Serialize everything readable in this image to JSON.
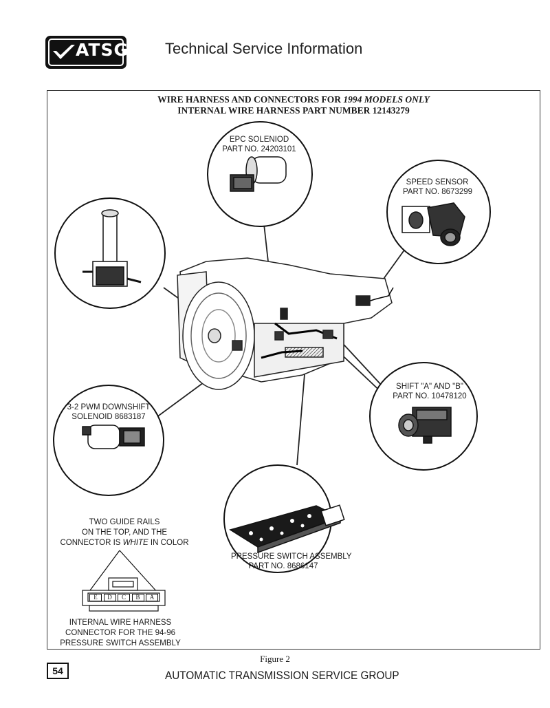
{
  "header": {
    "logo_text": "ATSG",
    "title": "Technical Service Information"
  },
  "diagram": {
    "title_line1_prefix": "WIRE HARNESS AND CONNECTORS FOR ",
    "title_line1_italic": "1994 MODELS ONLY",
    "title_line2": "INTERNAL WIRE HARNESS PART NUMBER 12143279",
    "components": {
      "epc_solenoid": {
        "name": "EPC SOLENIOD",
        "part": "PART NO.  24203101"
      },
      "speed_sensor": {
        "name": "SPEED SENSOR",
        "part": "PART NO.  8673299"
      },
      "shift_solenoids": {
        "name": "SHIFT \"A\" AND \"B\"",
        "part": "PART NO.  10478120"
      },
      "downshift_solenoid": {
        "name": "3-2 PWM DOWNSHIFT",
        "part": "SOLENOID  8683187"
      },
      "pressure_switch": {
        "name": "PRESSURE SWITCH ASSEMBLY",
        "part": "PART NO.  8686147"
      }
    },
    "connector_note": {
      "line1": "TWO GUIDE RAILS",
      "line2": "ON THE TOP, AND THE",
      "line3_prefix": "CONNECTOR IS ",
      "line3_italic": "WHITE",
      "line3_suffix": " IN COLOR"
    },
    "connector_pins": [
      "E",
      "D",
      "C",
      "B",
      "A"
    ],
    "connector_caption": {
      "line1": "INTERNAL WIRE HARNESS",
      "line2": "CONNECTOR FOR THE 94-96",
      "line3": "PRESSURE SWITCH ASSEMBLY"
    }
  },
  "figure_caption": "Figure 2",
  "page_number": "54",
  "footer": "AUTOMATIC TRANSMISSION SERVICE GROUP"
}
